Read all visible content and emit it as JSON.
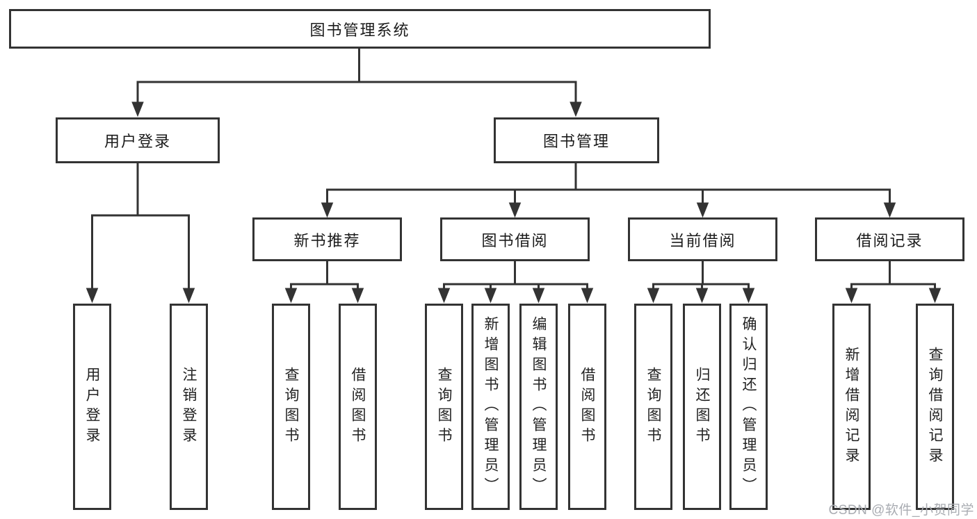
{
  "nodes": {
    "root": {
      "label": "图书管理系统"
    },
    "user_login": {
      "label": "用户登录"
    },
    "book_management": {
      "label": "图书管理"
    },
    "new_book_recommend": {
      "label": "新书推荐"
    },
    "book_borrow": {
      "label": "图书借阅"
    },
    "current_borrow": {
      "label": "当前借阅"
    },
    "borrow_records": {
      "label": "借阅记录"
    },
    "leaves": {
      "user_login": {
        "label": "用户登录"
      },
      "logout": {
        "label": "注销登录"
      },
      "query_book_new": {
        "label": "查询图书"
      },
      "borrow_book_new": {
        "label": "借阅图书"
      },
      "query_book_borrow": {
        "label": "查询图书"
      },
      "add_book_admin": {
        "label": "新增图书（管理员）"
      },
      "edit_book_admin": {
        "label": "编辑图书（管理员）"
      },
      "borrow_book_borrow": {
        "label": "借阅图书"
      },
      "query_book_current": {
        "label": "查询图书"
      },
      "return_book": {
        "label": "归还图书"
      },
      "confirm_return_admin": {
        "label": "确认归还（管理员）"
      },
      "add_borrow_record": {
        "label": "新增借阅记录"
      },
      "query_borrow_record": {
        "label": "查询借阅记录"
      }
    }
  },
  "watermark": {
    "text": "CSDN @软件_小贺同学"
  },
  "colors": {
    "line": "#333333",
    "text": "#1b1b1b",
    "watermark": "#a9acb2",
    "background": "#ffffff"
  }
}
